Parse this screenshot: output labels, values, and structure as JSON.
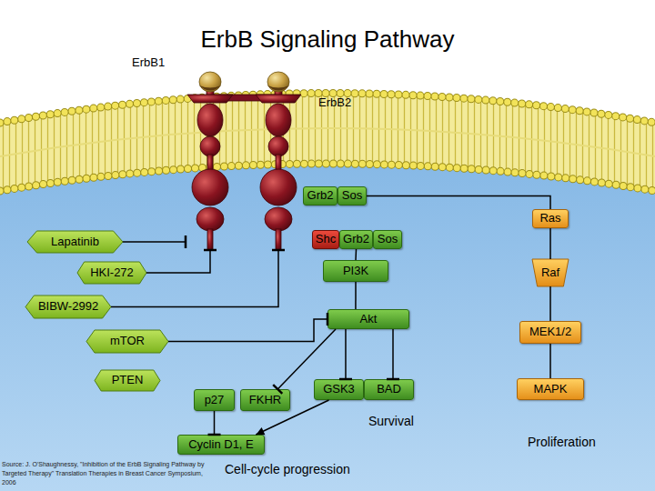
{
  "diagram": {
    "title": "ErbB Signaling Pathway",
    "nodes": [
      {
        "text": [
          "ErbB1"
        ]
      },
      {
        "text": [
          "ErbB2"
        ]
      },
      {
        "text": [
          "Grb2"
        ]
      },
      {
        "text": [
          "Sos"
        ]
      },
      {
        "text": [
          "Ras"
        ]
      },
      {
        "text": [
          "Lapatinib"
        ]
      },
      {
        "text": [
          "Shc"
        ]
      },
      {
        "text": [
          "Grb2"
        ]
      },
      {
        "text": [
          "Sos"
        ]
      },
      {
        "text": [
          "HKI-272"
        ]
      },
      {
        "text": [
          "PI3K"
        ]
      },
      {
        "text": [
          "Raf"
        ]
      },
      {
        "text": [
          "BIBW-2992"
        ]
      },
      {
        "text": [
          "Akt"
        ]
      },
      {
        "text": [
          "MEK1/2"
        ]
      },
      {
        "text": [
          "mTOR"
        ]
      },
      {
        "text": [
          "PTEN"
        ]
      },
      {
        "text": [
          "p27"
        ]
      },
      {
        "text": [
          "FKHR"
        ]
      },
      {
        "text": [
          "GSK3"
        ]
      },
      {
        "text": [
          "BAD"
        ]
      },
      {
        "text": [
          "MAPK"
        ]
      },
      {
        "text": [
          "Cyclin D1, E"
        ]
      }
    ],
    "edges": [
      {
        "from": 5,
        "to": 0,
        "arrow": "to"
      },
      {
        "from": 9,
        "to": 0,
        "arrow": "to"
      },
      {
        "from": 12,
        "to": 1,
        "arrow": "to"
      },
      {
        "from": 3,
        "to": 4,
        "arrow": "none"
      },
      {
        "from": 4,
        "to": 11,
        "arrow": "none"
      },
      {
        "from": 11,
        "to": 14,
        "arrow": "none"
      },
      {
        "from": 14,
        "to": 21,
        "arrow": "none"
      },
      {
        "from": 7,
        "to": 10,
        "arrow": "none"
      },
      {
        "from": 10,
        "to": 13,
        "arrow": "none"
      },
      {
        "from": 15,
        "to": 13,
        "arrow": "to"
      },
      {
        "from": 13,
        "to": 18,
        "arrow": "to"
      },
      {
        "from": 13,
        "to": 19,
        "arrow": "to"
      },
      {
        "from": 13,
        "to": 20,
        "arrow": "to"
      },
      {
        "from": 17,
        "to": 22,
        "arrow": "to"
      },
      {
        "from": 19,
        "to": 22,
        "arrow": "to"
      }
    ],
    "labels": [
      "Survival",
      "Proliferation",
      "Cell-cycle progression",
      "Source: J. O'Shaughnessy, \"Inhibition of the ErbB Signaling Pathway by Targeted Therapy\" Translation Therapies in Breast Cancer Symposium, 2006"
    ]
  }
}
